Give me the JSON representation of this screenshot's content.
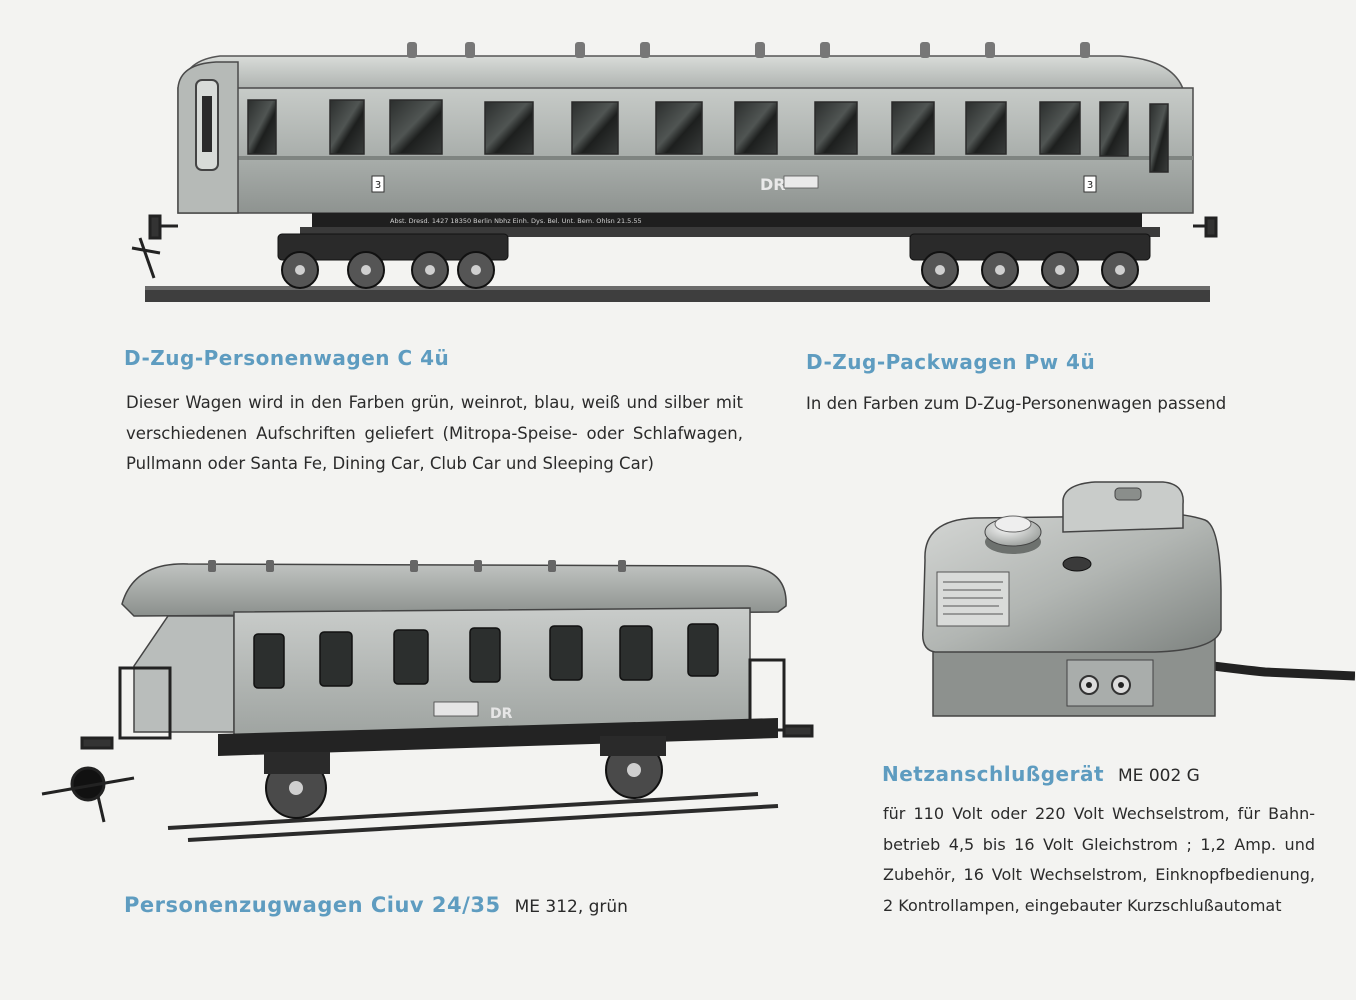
{
  "d_zug_personenwagen": {
    "heading": "D-Zug-Personenwagen C 4ü",
    "lines": [
      "Dieser Wagen wird in den Farben grün, weinrot, blau, weiß und silber mit",
      "verschiedenen Aufschriften geliefert (Mitropa-Speise- oder Schlafwagen,",
      "Pullmann oder Santa Fe, Dining Car, Club Car und Sleeping Car)"
    ],
    "car_markings": {
      "reporting_mark": "DR",
      "class_number": "3",
      "underframe_text": "Abst. Dresd. 1427      18350 Berlin      Nbhz      Einh. Dys. Bel.      Unt. Bem. Ohlsn 21.5.55"
    }
  },
  "d_zug_packwagen": {
    "heading": "D-Zug-Packwagen Pw 4ü",
    "lines": [
      "In den Farben zum D-Zug-Personenwagen passend"
    ]
  },
  "personenzugwagen": {
    "heading": "Personenzugwagen Ciuv 24/35",
    "model": "ME 312, grün",
    "car_markings": {
      "reporting_mark": "DR"
    }
  },
  "netzanschlussgeraet": {
    "heading": "Netzanschlußgerät",
    "model": "ME 002 G",
    "lines": [
      "für 110 Volt oder 220 Volt Wechselstrom, für Bahn-",
      "betrieb 4,5 bis 16 Volt Gleichstrom ; 1,2 Amp. und",
      "Zubehör, 16 Volt Wechselstrom, Einknopfbedienung,",
      "2 Kontrollampen, eingebauter Kurzschlußautomat"
    ]
  },
  "colors": {
    "heading_blue": "#5e9cc0",
    "paper": "#f3f3f1",
    "text": "#2a2a2a"
  }
}
